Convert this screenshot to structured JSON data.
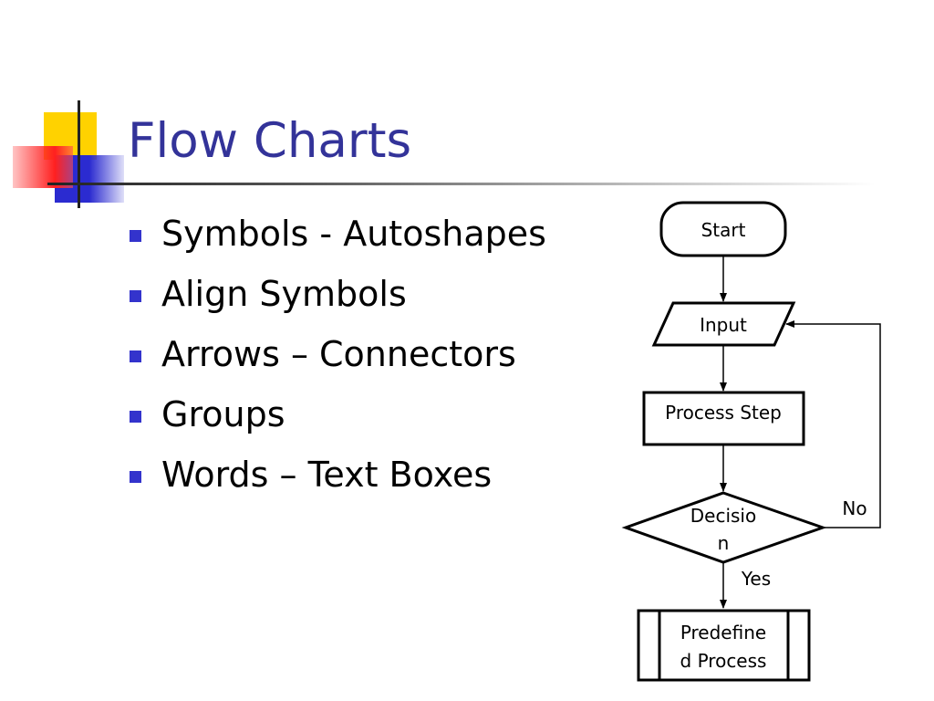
{
  "slide": {
    "title": "Flow Charts",
    "bullets": [
      "Symbols - Autoshapes",
      "Align Symbols",
      "Arrows – Connectors",
      "Groups",
      "Words – Text Boxes"
    ]
  },
  "flowchart": {
    "start_label": "Start",
    "input_label": "Input",
    "process_label": "Process Step",
    "decision_label_line1": "Decisio",
    "decision_label_line2": "n",
    "predefined_label_line1": "Predefine",
    "predefined_label_line2": "d Process",
    "no_label": "No",
    "yes_label": "Yes"
  },
  "colors": {
    "title": "#333399",
    "bullet": "#3333cc",
    "deco_yellow": "#ffd200",
    "deco_blue": "#2b2bd0",
    "deco_red": "#ff2020"
  }
}
